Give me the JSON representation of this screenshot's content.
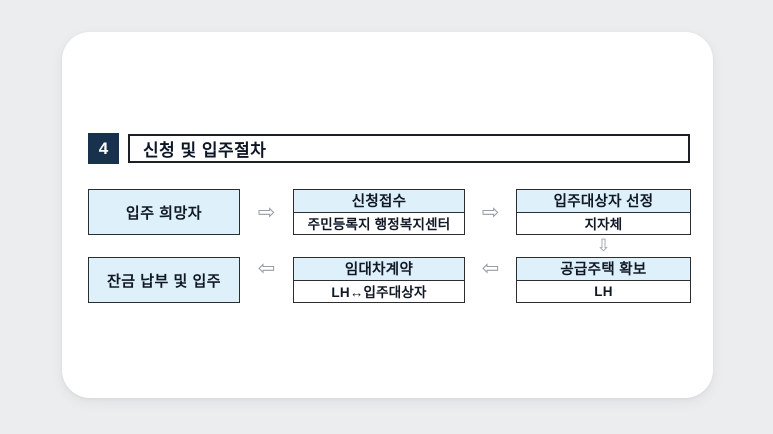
{
  "colors": {
    "page_bg": "#ecedef",
    "card_bg": "#ffffff",
    "badge_bg": "#18324e",
    "box_fill": "#def0f9",
    "box_border": "#2b2d31",
    "text": "#101826",
    "arrow": "#969ea6"
  },
  "header": {
    "number": "4",
    "title": "신청 및 입주절차"
  },
  "flow": {
    "boxes": [
      {
        "title": "입주 희망자"
      },
      {
        "title": "신청접수",
        "subtitle": "주민등록지 행정복지센터"
      },
      {
        "title": "입주대상자 선정",
        "subtitle": "지자체"
      },
      {
        "title": "공급주택 확보",
        "subtitle": "LH"
      },
      {
        "title": "임대차계약",
        "subtitle": "LH↔입주대상자"
      },
      {
        "title": "잔금 납부 및 입주"
      }
    ],
    "arrows": {
      "right": "⇨",
      "left": "⇦",
      "down": "⇩"
    }
  }
}
